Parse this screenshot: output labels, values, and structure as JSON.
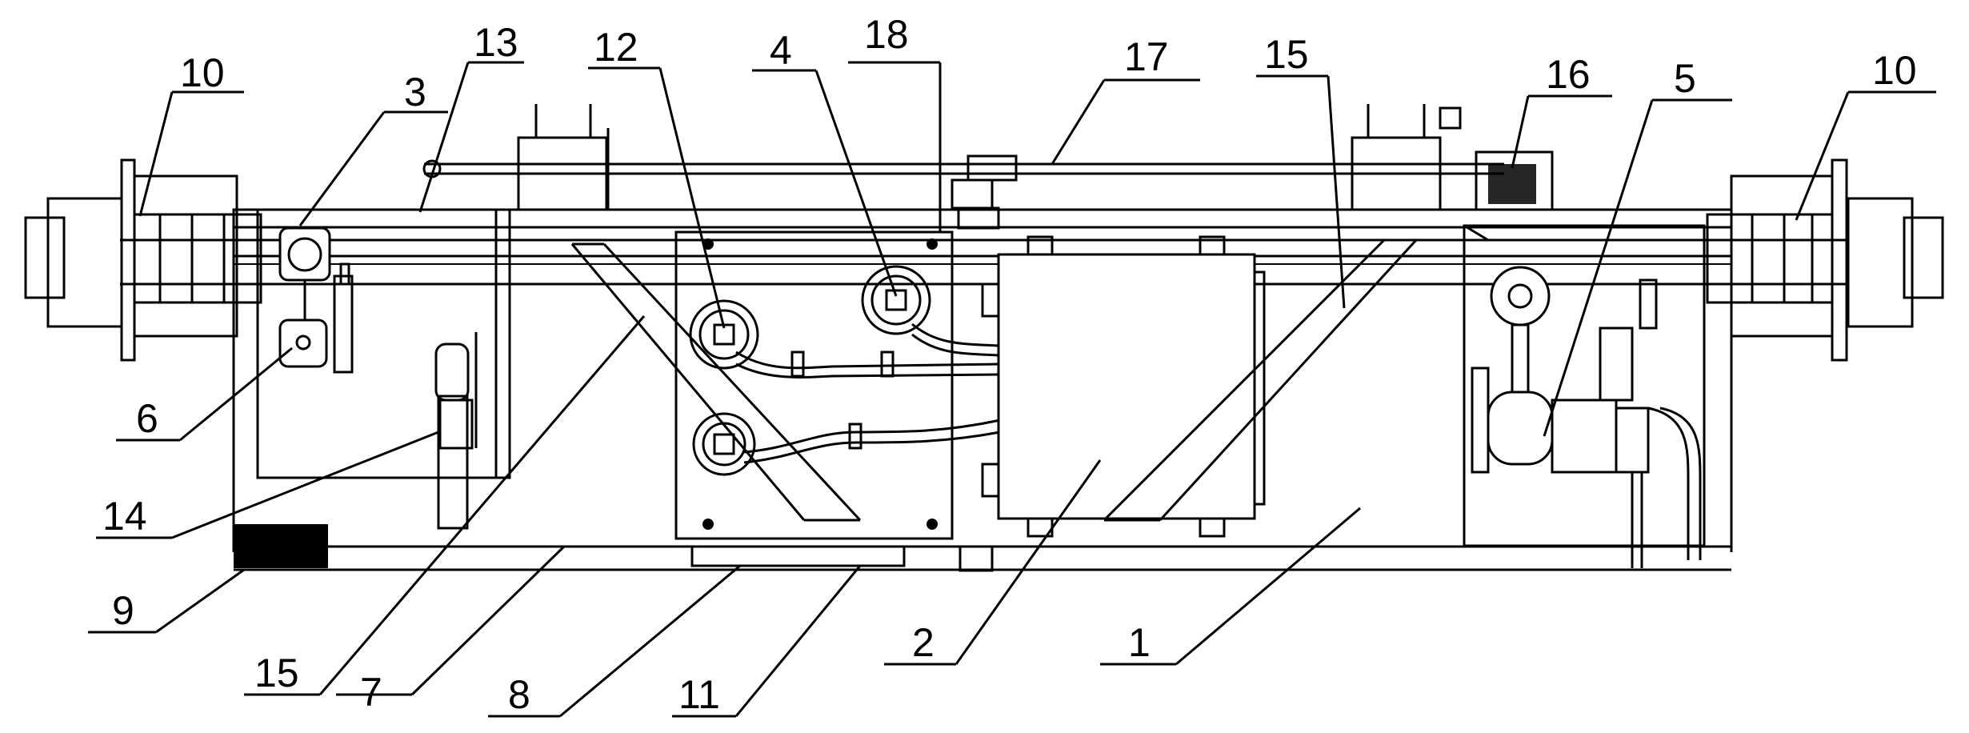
{
  "callouts": {
    "c1": "1",
    "c2": "2",
    "c3": "3",
    "c4": "4",
    "c5": "5",
    "c6": "6",
    "c7": "7",
    "c8": "8",
    "c9": "9",
    "c10_left": "10",
    "c10_right": "10",
    "c11": "11",
    "c12": "12",
    "c13": "13",
    "c14": "14",
    "c15_left": "15",
    "c15_right": "15",
    "c16": "16",
    "c17": "17",
    "c18": "18"
  }
}
